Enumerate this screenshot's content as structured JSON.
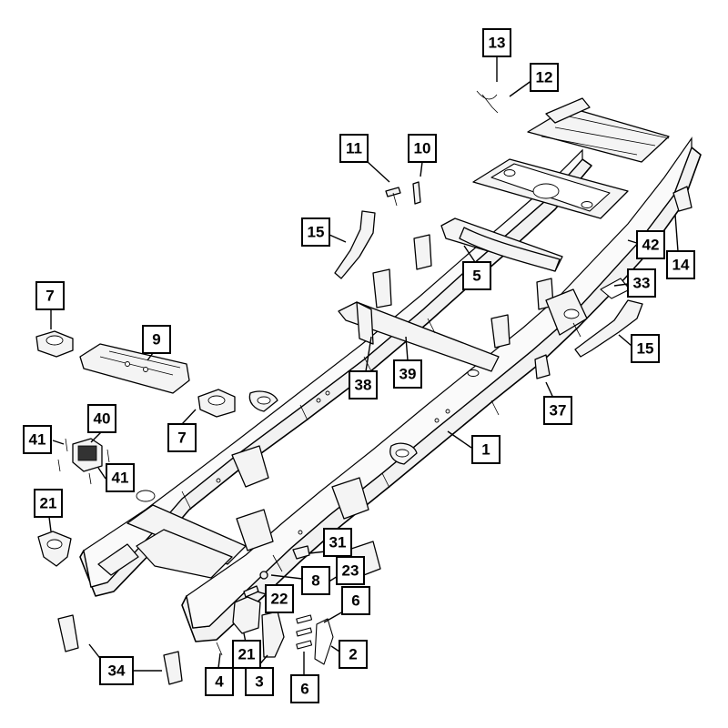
{
  "callouts": [
    {
      "id": "c1",
      "label": "1"
    },
    {
      "id": "c2",
      "label": "2"
    },
    {
      "id": "c3",
      "label": "3"
    },
    {
      "id": "c4",
      "label": "4"
    },
    {
      "id": "c5",
      "label": "5"
    },
    {
      "id": "c6a",
      "label": "6"
    },
    {
      "id": "c6b",
      "label": "6"
    },
    {
      "id": "c7a",
      "label": "7"
    },
    {
      "id": "c7b",
      "label": "7"
    },
    {
      "id": "c8",
      "label": "8"
    },
    {
      "id": "c9",
      "label": "9"
    },
    {
      "id": "c10",
      "label": "10"
    },
    {
      "id": "c11",
      "label": "11"
    },
    {
      "id": "c12",
      "label": "12"
    },
    {
      "id": "c13",
      "label": "13"
    },
    {
      "id": "c14",
      "label": "14"
    },
    {
      "id": "c15a",
      "label": "15"
    },
    {
      "id": "c15b",
      "label": "15"
    },
    {
      "id": "c21a",
      "label": "21"
    },
    {
      "id": "c21b",
      "label": "21"
    },
    {
      "id": "c22",
      "label": "22"
    },
    {
      "id": "c23",
      "label": "23"
    },
    {
      "id": "c31",
      "label": "31"
    },
    {
      "id": "c33",
      "label": "33"
    },
    {
      "id": "c34",
      "label": "34"
    },
    {
      "id": "c37",
      "label": "37"
    },
    {
      "id": "c38",
      "label": "38"
    },
    {
      "id": "c39",
      "label": "39"
    },
    {
      "id": "c40",
      "label": "40"
    },
    {
      "id": "c41a",
      "label": "41"
    },
    {
      "id": "c41b",
      "label": "41"
    },
    {
      "id": "c42",
      "label": "42"
    }
  ]
}
